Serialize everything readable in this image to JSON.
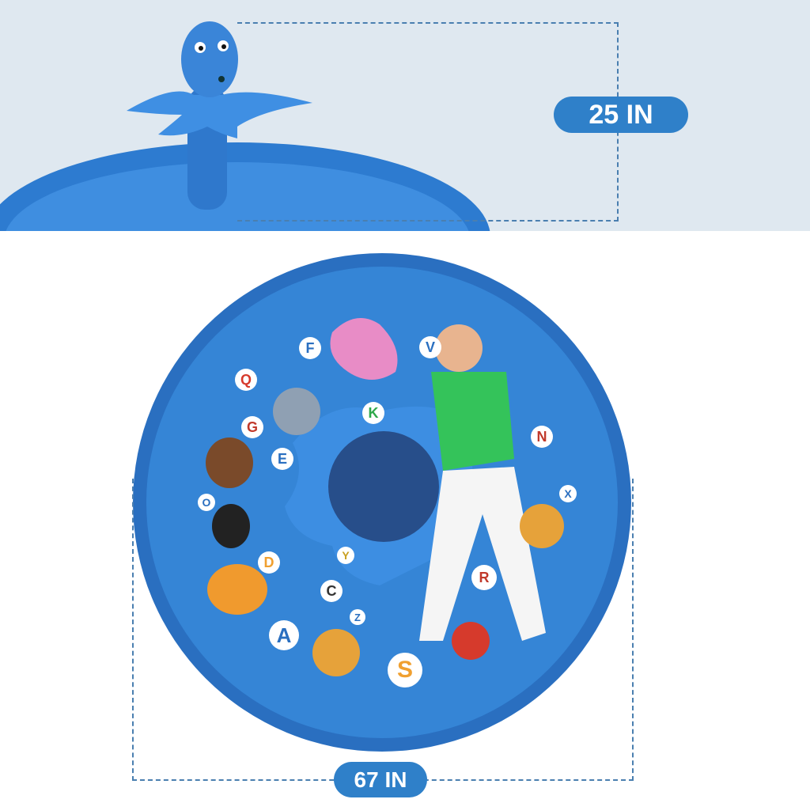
{
  "dimensions": {
    "height_label": "25 IN",
    "diameter_label": "67 IN"
  },
  "mat": {
    "letters": [
      "F",
      "Q",
      "G",
      "E",
      "O",
      "D",
      "C",
      "A",
      "K",
      "Y",
      "Z",
      "S",
      "N",
      "X",
      "R",
      "V"
    ],
    "colors": {
      "mat": "#2f7fd0",
      "rim": "#2a6fbf",
      "label_pill": "#2f80c9",
      "top_background": "#dfe8f0"
    }
  }
}
